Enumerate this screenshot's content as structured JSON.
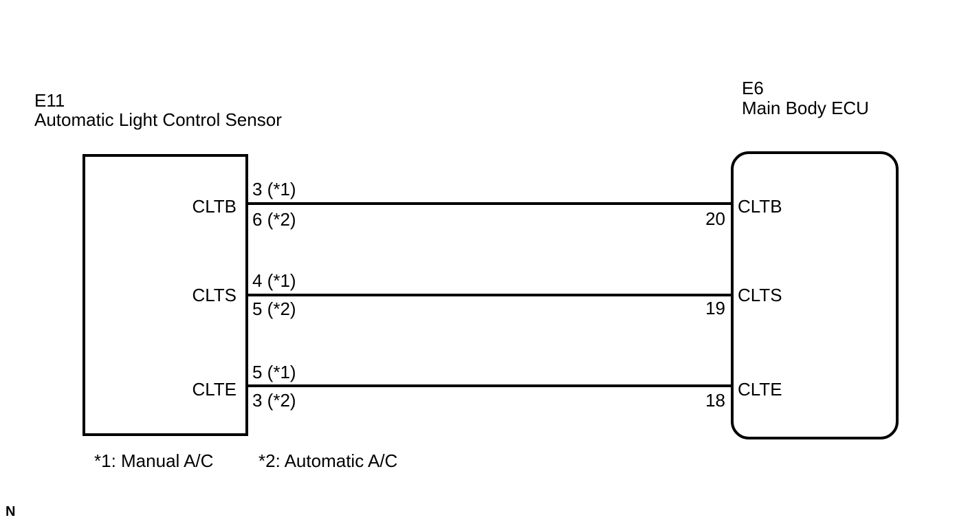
{
  "left_component": {
    "code": "E11",
    "name": "Automatic Light Control Sensor",
    "terminals": [
      "CLTB",
      "CLTS",
      "CLTE"
    ]
  },
  "right_component": {
    "code": "E6",
    "name": "Main Body ECU",
    "terminals": [
      "CLTB",
      "CLTS",
      "CLTE"
    ]
  },
  "wires": [
    {
      "pin_top": "3 (*1)",
      "pin_bottom": "6 (*2)",
      "ecu_pin": "20"
    },
    {
      "pin_top": "4 (*1)",
      "pin_bottom": "5 (*2)",
      "ecu_pin": "19"
    },
    {
      "pin_top": "5 (*1)",
      "pin_bottom": "3 (*2)",
      "ecu_pin": "18"
    }
  ],
  "notes": {
    "note1": "*1: Manual A/C",
    "note2": "*2: Automatic A/C"
  },
  "corner_mark": "N"
}
